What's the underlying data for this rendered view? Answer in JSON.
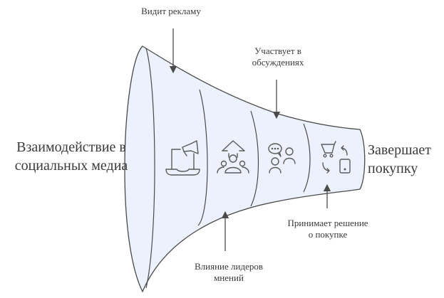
{
  "diagram": {
    "title": "Воронка взаимодействия в социальных медиа",
    "start_label": [
      "Взаимодействие в",
      "социальных медиа"
    ],
    "end_label": [
      "Завершает",
      "покупку"
    ],
    "stages": [
      {
        "label": [
          "Видит рекламу"
        ],
        "position": "top",
        "icon": "laptop-megaphone-icon"
      },
      {
        "label": [
          "Влияние лидеров",
          "мнений"
        ],
        "position": "bottom",
        "icon": "influencer-group-icon"
      },
      {
        "label": [
          "Участвует в",
          "обсуждениях"
        ],
        "position": "top",
        "icon": "discussion-people-icon"
      },
      {
        "label": [
          "Принимает решение",
          "о покупке"
        ],
        "position": "bottom",
        "icon": "cart-phone-icon"
      }
    ],
    "colors": {
      "fill": "#ebf2fe",
      "stroke": "#4a4a4a",
      "icon": "#5a5a5a",
      "text": "#3a3a3a"
    }
  }
}
